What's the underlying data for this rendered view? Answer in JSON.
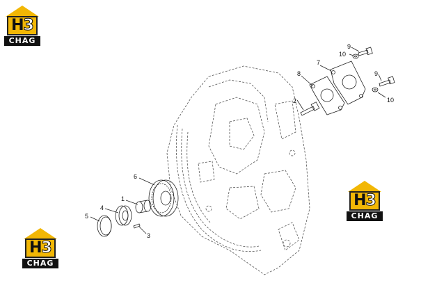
{
  "brand": {
    "mark_left": "H",
    "mark_right": "3",
    "word": "CHAG",
    "color": "#f2b705"
  },
  "callouts": [
    "1",
    "2",
    "3",
    "4",
    "5",
    "6",
    "7",
    "8",
    "9",
    "10",
    "9",
    "10"
  ]
}
